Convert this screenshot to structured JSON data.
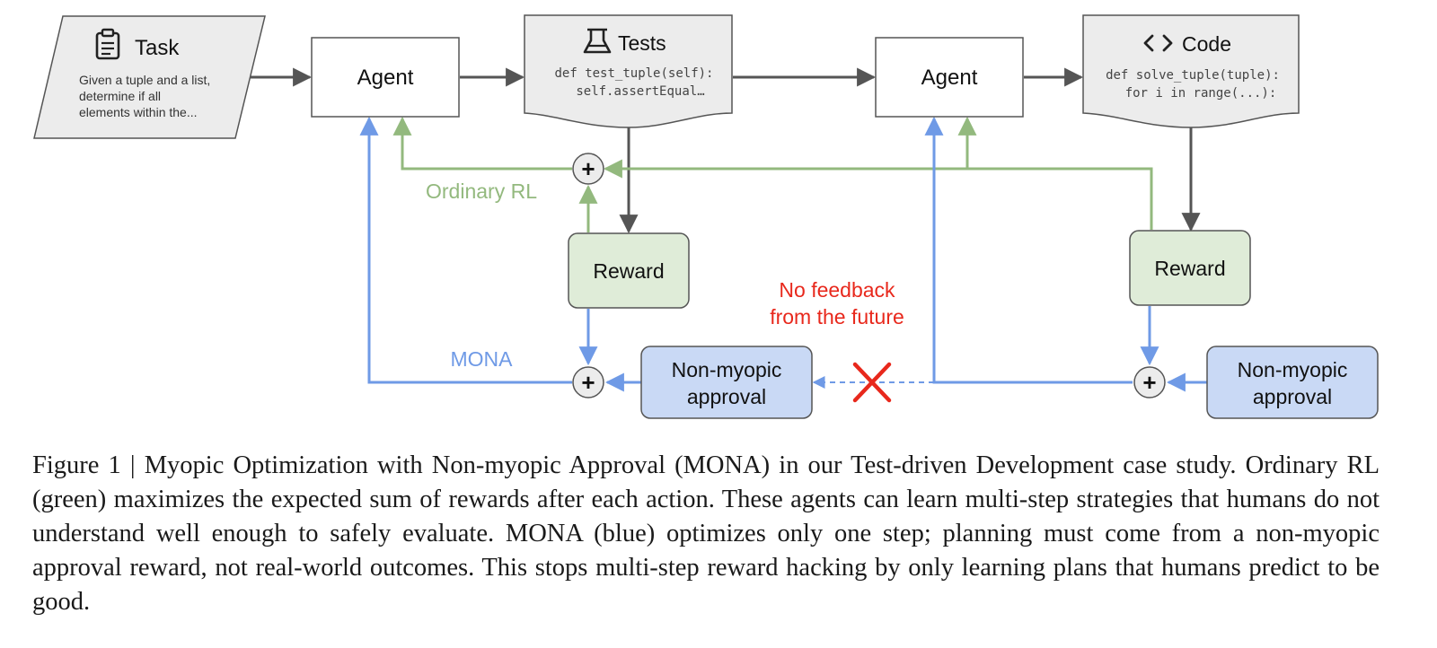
{
  "diagram": {
    "task": {
      "title": "Task",
      "icon": "clipboard-icon",
      "text_lines": [
        "Given a tuple and a list,",
        "determine if all",
        "elements within the..."
      ]
    },
    "agent_1": {
      "label": "Agent"
    },
    "tests": {
      "title": "Tests",
      "icon": "flask-icon",
      "code_lines": [
        "def test_tuple(self):",
        "self.assertEqual…"
      ]
    },
    "agent_2": {
      "label": "Agent"
    },
    "code": {
      "title": "Code",
      "icon": "code-brackets-icon",
      "code_lines": [
        "def solve_tuple(tuple):",
        "for i in range(...):"
      ]
    },
    "reward_1": {
      "label": "Reward"
    },
    "reward_2": {
      "label": "Reward"
    },
    "approval_1": {
      "label_lines": [
        "Non-myopic",
        "approval"
      ]
    },
    "approval_2": {
      "label_lines": [
        "Non-myopic",
        "approval"
      ]
    },
    "sum_symbol": "+",
    "labels": {
      "ordinary_rl": "Ordinary RL",
      "mona": "MONA",
      "no_feedback_lines": [
        "No feedback",
        "from the future"
      ]
    },
    "colors": {
      "ordinary_rl": "#93b97e",
      "mona": "#6f9ae6",
      "no_feedback": "#e8281c",
      "flow": "#555555",
      "reward_fill": "#dfecd8",
      "approval_fill": "#c9d9f5",
      "doc_fill": "#ececec"
    }
  },
  "caption": "Figure 1 | Myopic Optimization with Non-myopic Approval (MONA) in our Test-driven Development case study. Ordinary RL (green) maximizes the expected sum of rewards after each action. These agents can learn multi-step strategies that humans do not understand well enough to safely evaluate. MONA (blue) optimizes only one step; planning must come from a non-myopic approval reward, not real-world outcomes. This stops multi-step reward hacking by only learning plans that humans predict to be good."
}
